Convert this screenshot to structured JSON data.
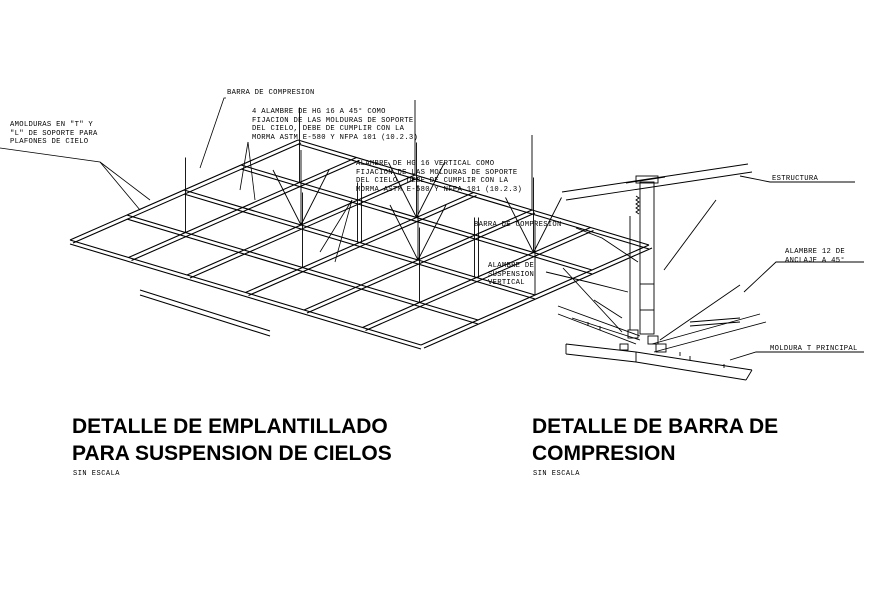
{
  "left_detail": {
    "labels": {
      "molduras": "AMOLDURAS EN \"T\" Y\n\"L\" DE SOPORTE PARA\nPLAFONES DE CIELO",
      "barra": "BARRA DE COMPRESION",
      "alambre45": "4 ALAMBRE DE HG 16 A 45° COMO\nFIJACION DE LAS MOLDURAS DE SOPORTE\nDEL CIELO, DEBE DE CUMPLIR CON LA\nMORMA ASTM E-580 Y NFPA 101 (10.2.3)",
      "alambre_vertical": "ALAMBRE DE HG 16 VERTICAL COMO\nFIJACION DE LAS MOLDURAS DE SOPORTE\nDEL CIELO, DEBE DE CUMPLIR CON LA\nMORMA ASTM E-580 Y NFPA 101 (10.2.3)"
    },
    "title_line1": "DETALLE DE EMPLANTILLADO",
    "title_line2": "PARA SUSPENSION DE CIELOS",
    "scale": "SIN  ESCALA"
  },
  "right_detail": {
    "labels": {
      "estructura": "ESTRUCTURA",
      "barra": "BARRA DE COMPRESION",
      "alambre_susp": "ALAMBRE DE\nSUSPENSION\nVERTICAL",
      "alambre12": "ALAMBRE 12 DE\nANCLAJE A 45°",
      "moldura": "MOLDURA T PRINCIPAL"
    },
    "title_line1": "DETALLE DE BARRA DE",
    "title_line2": "COMPRESION",
    "scale": "SIN  ESCALA"
  }
}
